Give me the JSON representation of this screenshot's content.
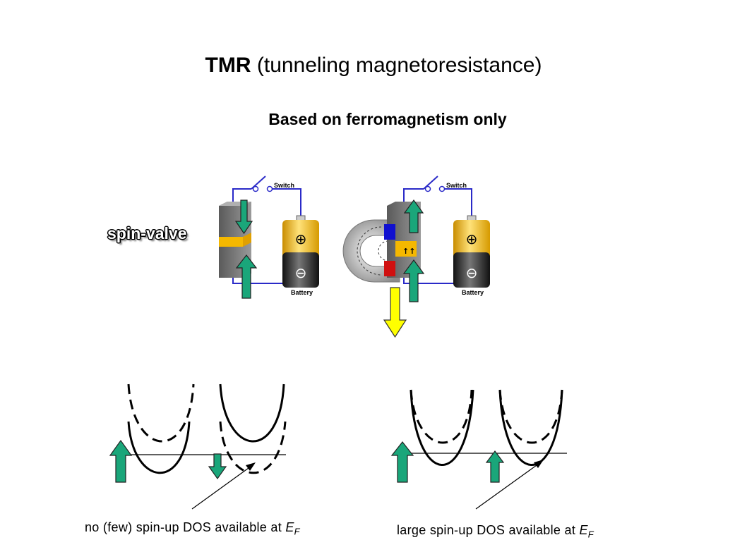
{
  "title": {
    "bold": "TMR",
    "rest": " (tunneling magnetoresistance)"
  },
  "subtitle": "Based on ferromagnetism only",
  "spin_valve_label": "spin-valve",
  "circuit_left": {
    "switch_label": "Switch",
    "battery_label": "Battery",
    "plus": "⊕",
    "minus": "⊖"
  },
  "circuit_right": {
    "switch_label": "Switch",
    "battery_label": "Battery",
    "plus": "⊕",
    "minus": "⊖"
  },
  "caption_left": {
    "text": "no (few) spin-up DOS available at ",
    "var": "E",
    "sub": "F"
  },
  "caption_right": {
    "text": "large spin-up DOS available at ",
    "var": "E",
    "sub": "F"
  },
  "colors": {
    "arrow_green": "#1aa67a",
    "arrow_yellow": "#ffff00",
    "gold": "#f5b800",
    "wire": "#2a2ac8"
  }
}
